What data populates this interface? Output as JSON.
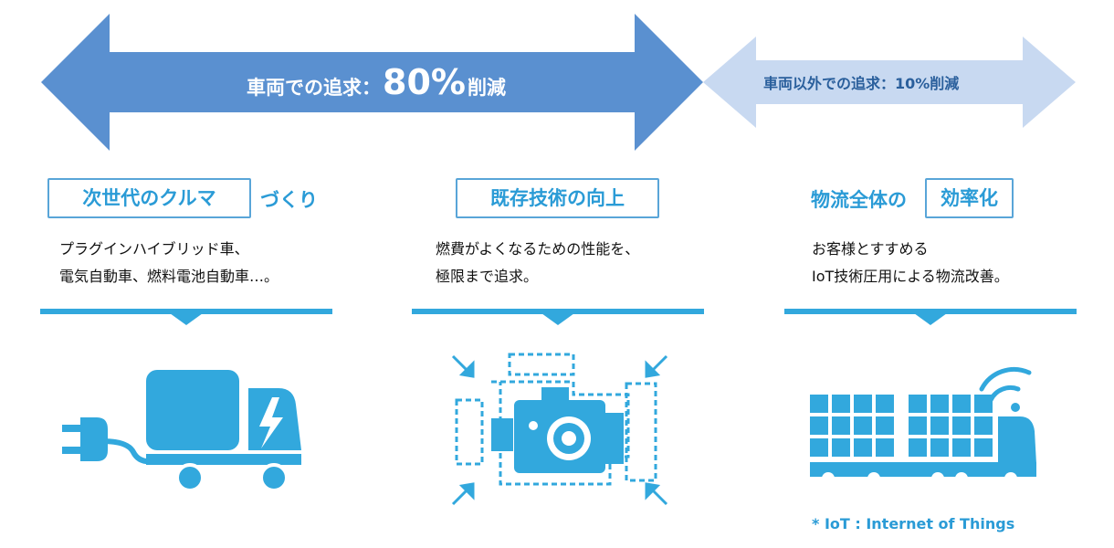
{
  "arrows": {
    "main": {
      "prefix": "車両での追求：",
      "value": "80%",
      "suffix": "削減"
    },
    "sub": {
      "text": "車両以外での追求：10%削減"
    }
  },
  "columns": [
    {
      "title": "次世代のクルマ",
      "title_suffix": "づくり",
      "desc_lines": [
        "プラグインハイブリッド車、",
        "電気自動車、燃料電池自動車…。"
      ],
      "icon": "electric-truck-icon"
    },
    {
      "title": "既存技術の向上",
      "desc_lines": [
        "燃費がよくなるための性能を、",
        "極限まで追求。"
      ],
      "icon": "engine-compress-icon"
    },
    {
      "title_prefix": "物流全体の",
      "title": "効率化",
      "desc_lines": [
        "お客様とすすめる",
        "IoT技術圧用による物流改善。"
      ],
      "icon": "connected-truck-icon"
    }
  ],
  "footnote": "* IoT : Internet of Things",
  "colors": {
    "dark_blue": "#5a90d0",
    "light_blue": "#c8d9f1",
    "accent": "#32a8dd",
    "title_text": "#2a9bd6"
  }
}
